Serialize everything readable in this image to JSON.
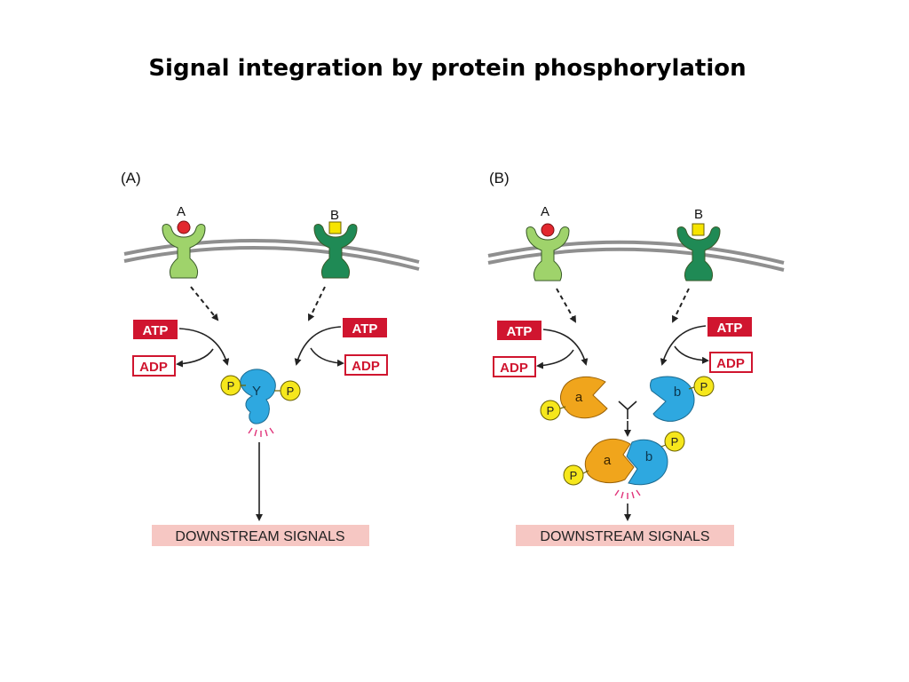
{
  "title": "Signal integration by protein phosphorylation",
  "colors": {
    "membrane": "#8f8f8f",
    "receptor_a": "#9fd36b",
    "receptor_b": "#1f8a55",
    "ligand_a": "#e2272e",
    "ligand_b": "#f6e400",
    "atp_adp_red": "#d0152f",
    "kinase_a": "#f0a51c",
    "kinase_b": "#2ea8e0",
    "phosphate": "#f6e71c",
    "downstream_bg": "#f6c7c3",
    "activation_rays": "#e0347a"
  },
  "panel_a": {
    "label": "(A)",
    "receptor_a_label": "A",
    "receptor_b_label": "B",
    "atp_left": "ATP",
    "adp_left": "ADP",
    "atp_right": "ATP",
    "adp_right": "ADP",
    "phosphate_left": "P",
    "phosphate_right": "P",
    "target_protein": "Y",
    "downstream": "DOWNSTREAM SIGNALS"
  },
  "panel_b": {
    "label": "(B)",
    "receptor_a_label": "A",
    "receptor_b_label": "B",
    "atp_left": "ATP",
    "adp_left": "ADP",
    "atp_right": "ATP",
    "adp_right": "ADP",
    "subunit_a": "a",
    "subunit_b": "b",
    "phosphate_a": "P",
    "phosphate_b": "P",
    "target_protein": "Y",
    "complex_a": "a",
    "complex_b": "b",
    "complex_phosphate_a": "P",
    "complex_phosphate_b": "P",
    "downstream": "DOWNSTREAM SIGNALS"
  }
}
